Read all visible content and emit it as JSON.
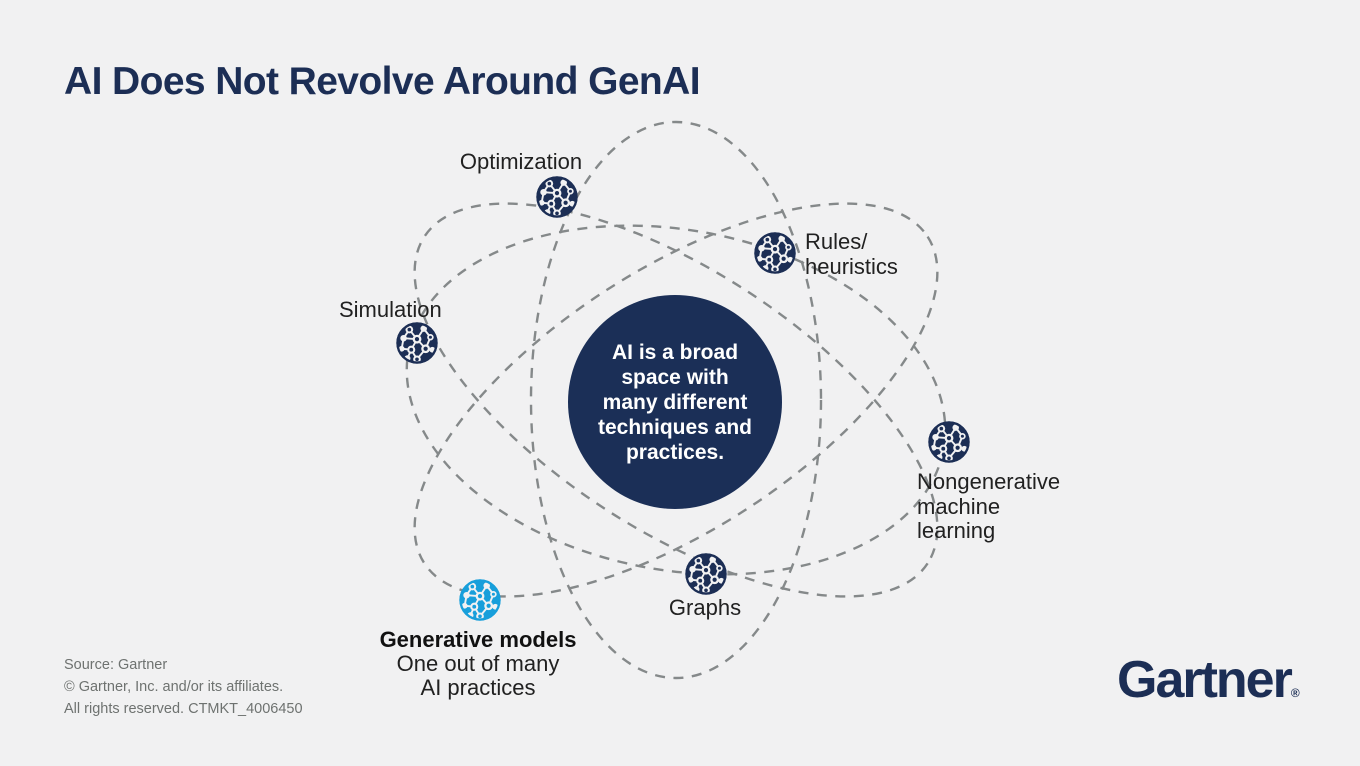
{
  "title": "AI Does Not Revolve Around GenAI",
  "center_statement": "AI is a broad space with many different techniques and practices.",
  "nodes": [
    {
      "id": "optimization",
      "label": "Optimization",
      "icon": "mesh-network-ball"
    },
    {
      "id": "rules-heuristics",
      "label": "Rules/\nheuristics",
      "icon": "mesh-network-ball"
    },
    {
      "id": "simulation",
      "label": "Simulation",
      "icon": "mesh-network-ball"
    },
    {
      "id": "nongenerative-ml",
      "label": "Nongenerative\nmachine\nlearning",
      "icon": "mesh-network-ball"
    },
    {
      "id": "graphs",
      "label": "Graphs",
      "icon": "mesh-network-ball"
    },
    {
      "id": "generative-models",
      "label": "Generative models",
      "sublabel": "One out of many\nAI practices",
      "icon": "mesh-network-ball",
      "highlighted": true
    }
  ],
  "footer": {
    "lines": [
      "Source: Gartner",
      "© Gartner, Inc. and/or its affiliates.",
      "All rights reserved. CTMKT_4006450"
    ]
  },
  "logo": {
    "text": "Gartner",
    "registered": "®"
  },
  "colors": {
    "background": "#F1F1F2",
    "navy": "#1C2E55",
    "circle": "#1B2F57",
    "accent": "#189FDB",
    "orbit": "#85898A",
    "label": "#212121",
    "source": "#6E7270"
  }
}
